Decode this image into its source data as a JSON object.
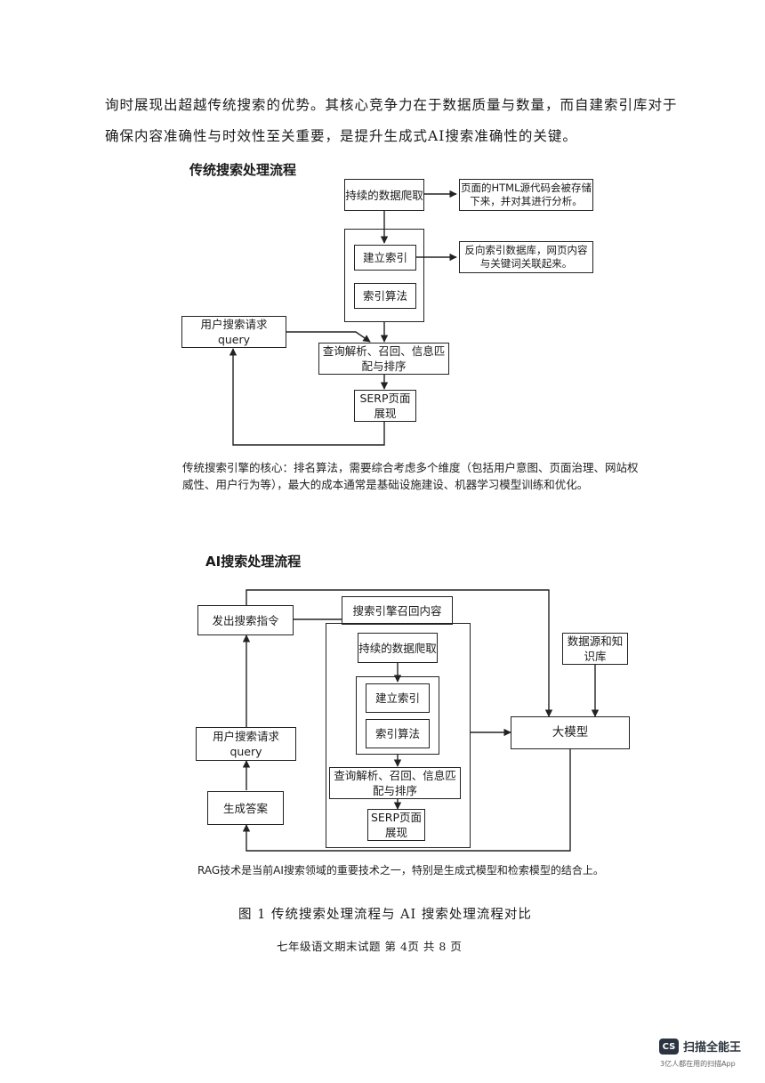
{
  "intro": {
    "line1": "询时展现出超越传统搜索的优势。其核心竞争力在于数据质量与数量，而自建索引库对于",
    "line2": "确保内容准确性与时效性至关重要，是提升生成式AI搜索准确性的关键。"
  },
  "traditional": {
    "title": "传统搜索处理流程",
    "crawl": "持续的数据爬取",
    "crawl_note": "页面的HTML源代码会被存储下来，并对其进行分析。",
    "index": "建立索引",
    "index_note": "反向索引数据库，网页内容与关键词关联起来。",
    "algo": "索引算法",
    "query_l1": "用户搜索请求",
    "query_l2": "query",
    "parse": "查询解析、召回、信息匹配与排序",
    "serp": "SERP页面展现",
    "note": "传统搜索引擎的核心：排名算法，需要综合考虑多个维度（包括用户意图、页面治理、网站权威性、用户行为等），最大的成本通常是基础设施建设、机器学习模型训练和优化。"
  },
  "ai": {
    "title": "AI搜索处理流程",
    "recall": "搜索引擎召回内容",
    "issue": "发出搜索指令",
    "datasource": "数据源和知识库",
    "crawl": "持续的数据爬取",
    "index": "建立索引",
    "algo": "索引算法",
    "llm": "大模型",
    "query_l1": "用户搜索请求",
    "query_l2": "query",
    "parse": "查询解析、召回、信息匹配与排序",
    "answer": "生成答案",
    "serp": "SERP页面展现",
    "note": "RAG技术是当前AI搜索领域的重要技术之一，特别是生成式模型和检索模型的结合上。"
  },
  "caption": "图 1  传统搜索处理流程与 AI 搜索处理流程对比",
  "footer": "七年级语文期末试题   第 4页   共 8 页",
  "watermark": {
    "badge": "CS",
    "name": "扫描全能王",
    "sub": "3亿人都在用的扫描App"
  }
}
